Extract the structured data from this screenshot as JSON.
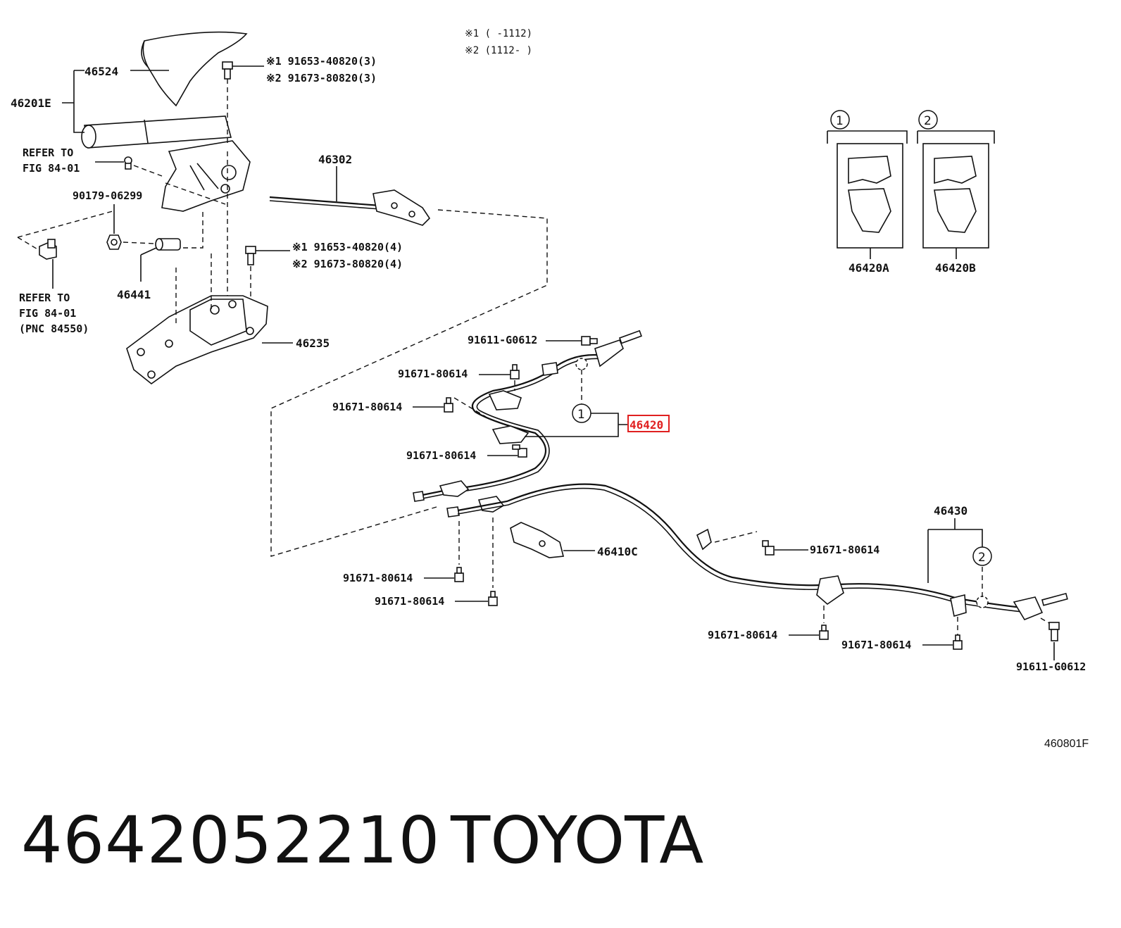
{
  "notes": {
    "note1": "※1 (      -1112)",
    "note2": "※2 (1112-      )"
  },
  "labels": {
    "p46524": "46524",
    "p46201E": "46201E",
    "bolt_a1": "※1 91653-40820(3)",
    "bolt_a2": "※2 91673-80820(3)",
    "refer1_line1": "REFER TO",
    "refer1_line2": "FIG 84-01",
    "p90179": "90179-06299",
    "p46302": "46302",
    "bolt_b1": "※1 91653-40820(4)",
    "bolt_b2": "※2 91673-80820(4)",
    "refer2_line1": "REFER TO",
    "refer2_line2": "FIG 84-01",
    "refer2_line3": "(PNC 84550)",
    "p46441": "46441",
    "p46235": "46235",
    "p46420A": "46420A",
    "p46420B": "46420B",
    "p91611_top": "91611-G0612",
    "p91671_a": "91671-80614",
    "p91671_b": "91671-80614",
    "p46420": "46420",
    "p91671_c": "91671-80614",
    "p46430": "46430",
    "p91671_d": "91671-80614",
    "p46410C": "46410C",
    "p91671_e": "91671-80614",
    "p91671_f": "91671-80614",
    "p91671_g": "91671-80614",
    "p91671_h": "91671-80614",
    "p91611_bottom": "91611-G0612",
    "circle1": "1",
    "circle2": "2"
  },
  "figure_code": "460801F",
  "footer": {
    "part_number": "4642052210",
    "brand": "TOYOTA"
  },
  "highlight_color": "#e02020"
}
